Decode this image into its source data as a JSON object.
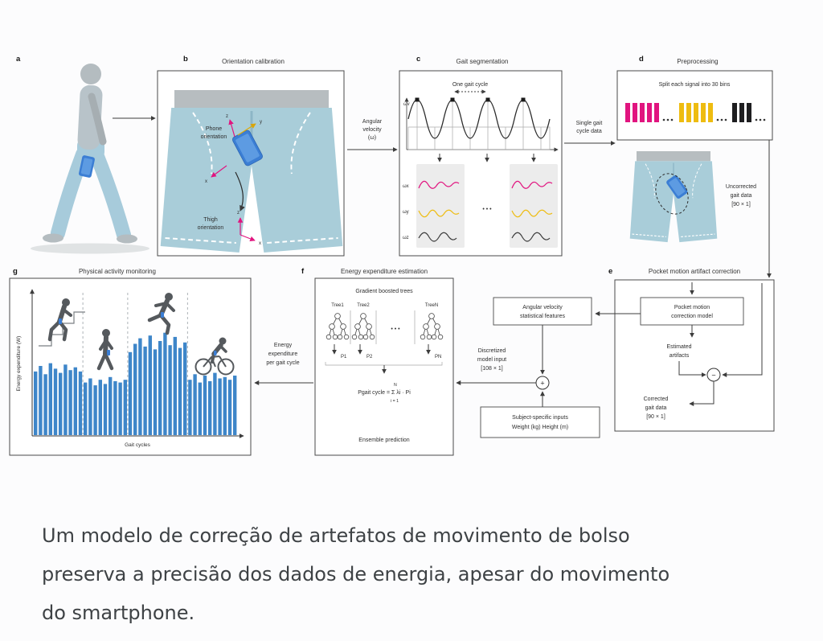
{
  "caption": {
    "lines": [
      "Um modelo de correção de artefatos de movimento de bolso",
      "preserva a precisão dos dados de energia, apesar do movimento",
      "do smartphone."
    ]
  },
  "figure": {
    "panels": {
      "a": {
        "letter": "a"
      },
      "b": {
        "letter": "b",
        "title": "Orientation calibration",
        "phone_orientation": [
          "Phone",
          "orientation"
        ],
        "thigh_orientation": [
          "Thigh",
          "orientation"
        ],
        "axes": {
          "x": "x",
          "y": "y",
          "z": "z"
        }
      },
      "c": {
        "letter": "c",
        "title": "Gait segmentation",
        "one_gait_cycle": "One gait cycle",
        "omega_v": "ωv",
        "omega_x": "ωx",
        "omega_y": "ωy",
        "omega_z": "ωz",
        "dots": "• • •"
      },
      "d": {
        "letter": "d",
        "title": "Preprocessing",
        "split_label": "Split each signal into 30 bins"
      },
      "e": {
        "letter": "e",
        "title": "Pocket motion artifact correction",
        "model": [
          "Pocket motion",
          "correction model"
        ],
        "estimated": [
          "Estimated",
          "artifacts"
        ],
        "corrected": [
          "Corrected",
          "gait data",
          "[90 × 1]"
        ],
        "minus": "−"
      },
      "f": {
        "letter": "f",
        "title": "Energy expenditure estimation",
        "gbt": "Gradient boosted trees",
        "tree_labels": [
          "Tree1",
          "Tree2",
          "TreeN"
        ],
        "tree_dots": "• • •",
        "p_labels": [
          "P1",
          "P2",
          "PN"
        ],
        "formula": {
          "main": "Pgait cycle = Σ λi · Pi",
          "sup": "N",
          "sub": "i = 1"
        },
        "ensemble": "Ensemble prediction"
      },
      "g": {
        "letter": "g",
        "title": "Physical activity monitoring",
        "ylabel": "Energy expenditure (W)",
        "xlabel": "Gait cycles"
      }
    },
    "labels": {
      "uncorrected": [
        "Uncorrected",
        "gait data",
        "[90 × 1]"
      ],
      "angular_stats": [
        "Angular velocity",
        "statistical features"
      ],
      "discretized": [
        "Discretized",
        "model input",
        "[108 × 1]"
      ],
      "subject_inputs": [
        "Subject-specific inputs",
        "Weight (kg) Height (m)"
      ],
      "plus": "+"
    },
    "flow_labels": {
      "b_to_c": [
        "Angular",
        "velocity",
        "(ω)"
      ],
      "c_to_d": [
        "Single gait",
        "cycle data"
      ],
      "f_to_g": [
        "Energy",
        "expenditure",
        "per gait cycle"
      ]
    },
    "colors": {
      "phone_blue": "#3b7ed4",
      "bar_blue": "#3e86c9",
      "magenta": "#e1147f",
      "yellow": "#eebc10",
      "shorts_teal": "#a9cdd9",
      "silhouette_gray": "#b4bcc0",
      "dark_gray": "#55595d"
    }
  },
  "chart_data": {
    "type": "bar",
    "title": "Physical activity monitoring",
    "xlabel": "Gait cycles",
    "ylabel": "Energy expenditure (W)",
    "legend": "none",
    "activities": [
      "stair climbing",
      "walking",
      "running",
      "cycling"
    ],
    "group_sizes": [
      10,
      9,
      12,
      10
    ],
    "values_percent": [
      46,
      50,
      44,
      52,
      48,
      45,
      51,
      47,
      49,
      46,
      38,
      41,
      36,
      40,
      37,
      42,
      39,
      38,
      40,
      60,
      66,
      70,
      64,
      72,
      62,
      68,
      74,
      65,
      71,
      63,
      67,
      40,
      44,
      38,
      43,
      39,
      45,
      41,
      42,
      40,
      43
    ],
    "bar_color": "#3e86c9"
  }
}
